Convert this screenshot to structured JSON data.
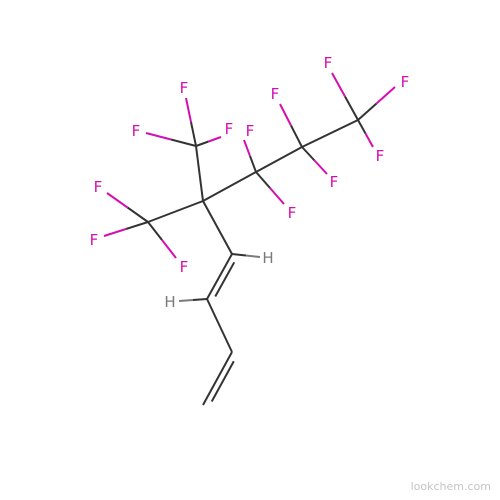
{
  "molecule": {
    "colors": {
      "carbon_bond": "#333333",
      "fluorine": "#d40fb0",
      "hydrogen": "#7a7a7a",
      "background": "#ffffff"
    },
    "atom_labels": [
      {
        "id": "F1",
        "text": "F",
        "element": "F"
      },
      {
        "id": "F2",
        "text": "F",
        "element": "F"
      },
      {
        "id": "F3",
        "text": "F",
        "element": "F"
      },
      {
        "id": "F4",
        "text": "F",
        "element": "F"
      },
      {
        "id": "F5",
        "text": "F",
        "element": "F"
      },
      {
        "id": "F6",
        "text": "F",
        "element": "F"
      },
      {
        "id": "F7",
        "text": "F",
        "element": "F"
      },
      {
        "id": "F8",
        "text": "F",
        "element": "F"
      },
      {
        "id": "F9",
        "text": "F",
        "element": "F"
      },
      {
        "id": "F10",
        "text": "F",
        "element": "F"
      },
      {
        "id": "F11",
        "text": "F",
        "element": "F"
      },
      {
        "id": "F12",
        "text": "F",
        "element": "F"
      },
      {
        "id": "F13",
        "text": "F",
        "element": "F"
      },
      {
        "id": "H1",
        "text": "H",
        "element": "H"
      },
      {
        "id": "H2",
        "text": "H",
        "element": "H"
      }
    ]
  },
  "watermark": "lookchem.com"
}
